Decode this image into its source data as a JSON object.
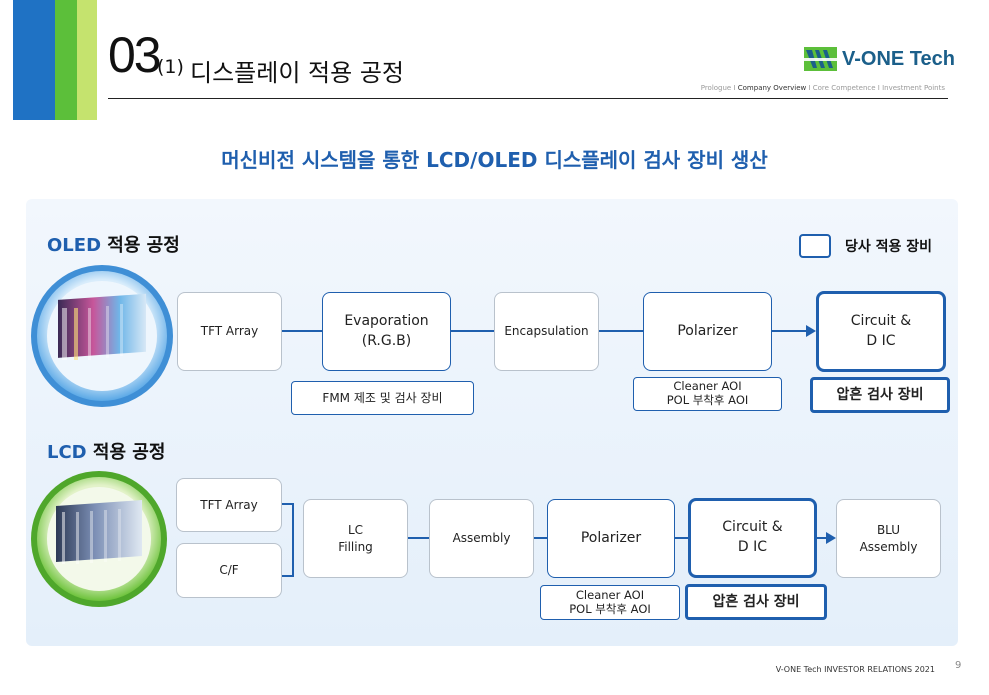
{
  "header": {
    "section_number": "03",
    "section_sub": "(1)",
    "section_title": "디스플레이 적용 공정",
    "logo_text": "V-ONE Tech",
    "breadcrumb": {
      "prologue": "Prologue",
      "sep1": " I ",
      "overview": "Company Overview",
      "sep2": " I ",
      "competence": "Core Competence",
      "sep3": " I ",
      "investment": "Investment Points"
    }
  },
  "headline": "머신비전 시스템을 통한 LCD/OLED 디스플레이 검사 장비 생산",
  "legend": {
    "label": "당사 적용 장비"
  },
  "oled": {
    "label_accent": "OLED",
    "label_rest": " 적용 공정",
    "steps": {
      "tft": "TFT Array",
      "evap": "Evaporation\n(R.G.B)",
      "encap": "Encapsulation",
      "polarizer": "Polarizer",
      "circuit": "Circuit &\nD IC"
    },
    "notes": {
      "fmm": "FMM 제조 및 검사 장비",
      "aoi": "Cleaner AOI\nPOL 부착후 AOI",
      "pressure": "압흔 검사 장비"
    }
  },
  "lcd": {
    "label_accent": "LCD",
    "label_rest": " 적용 공정",
    "steps": {
      "tft": "TFT Array",
      "cf": "C/F",
      "lc": "LC\nFilling",
      "assembly": "Assembly",
      "polarizer": "Polarizer",
      "circuit": "Circuit &\nD IC",
      "blu": "BLU\nAssembly"
    },
    "notes": {
      "aoi": "Cleaner AOI\nPOL 부착후 AOI",
      "pressure": "압흔 검사 장비"
    }
  },
  "footer": {
    "text": "V-ONE Tech INVESTOR RELATIONS 2021",
    "page": "9"
  },
  "colors": {
    "accent": "#1f5fae",
    "stripe_blue": "#1f72c4",
    "stripe_green": "#5cbf3a",
    "stripe_lime": "#b9dd5a"
  }
}
